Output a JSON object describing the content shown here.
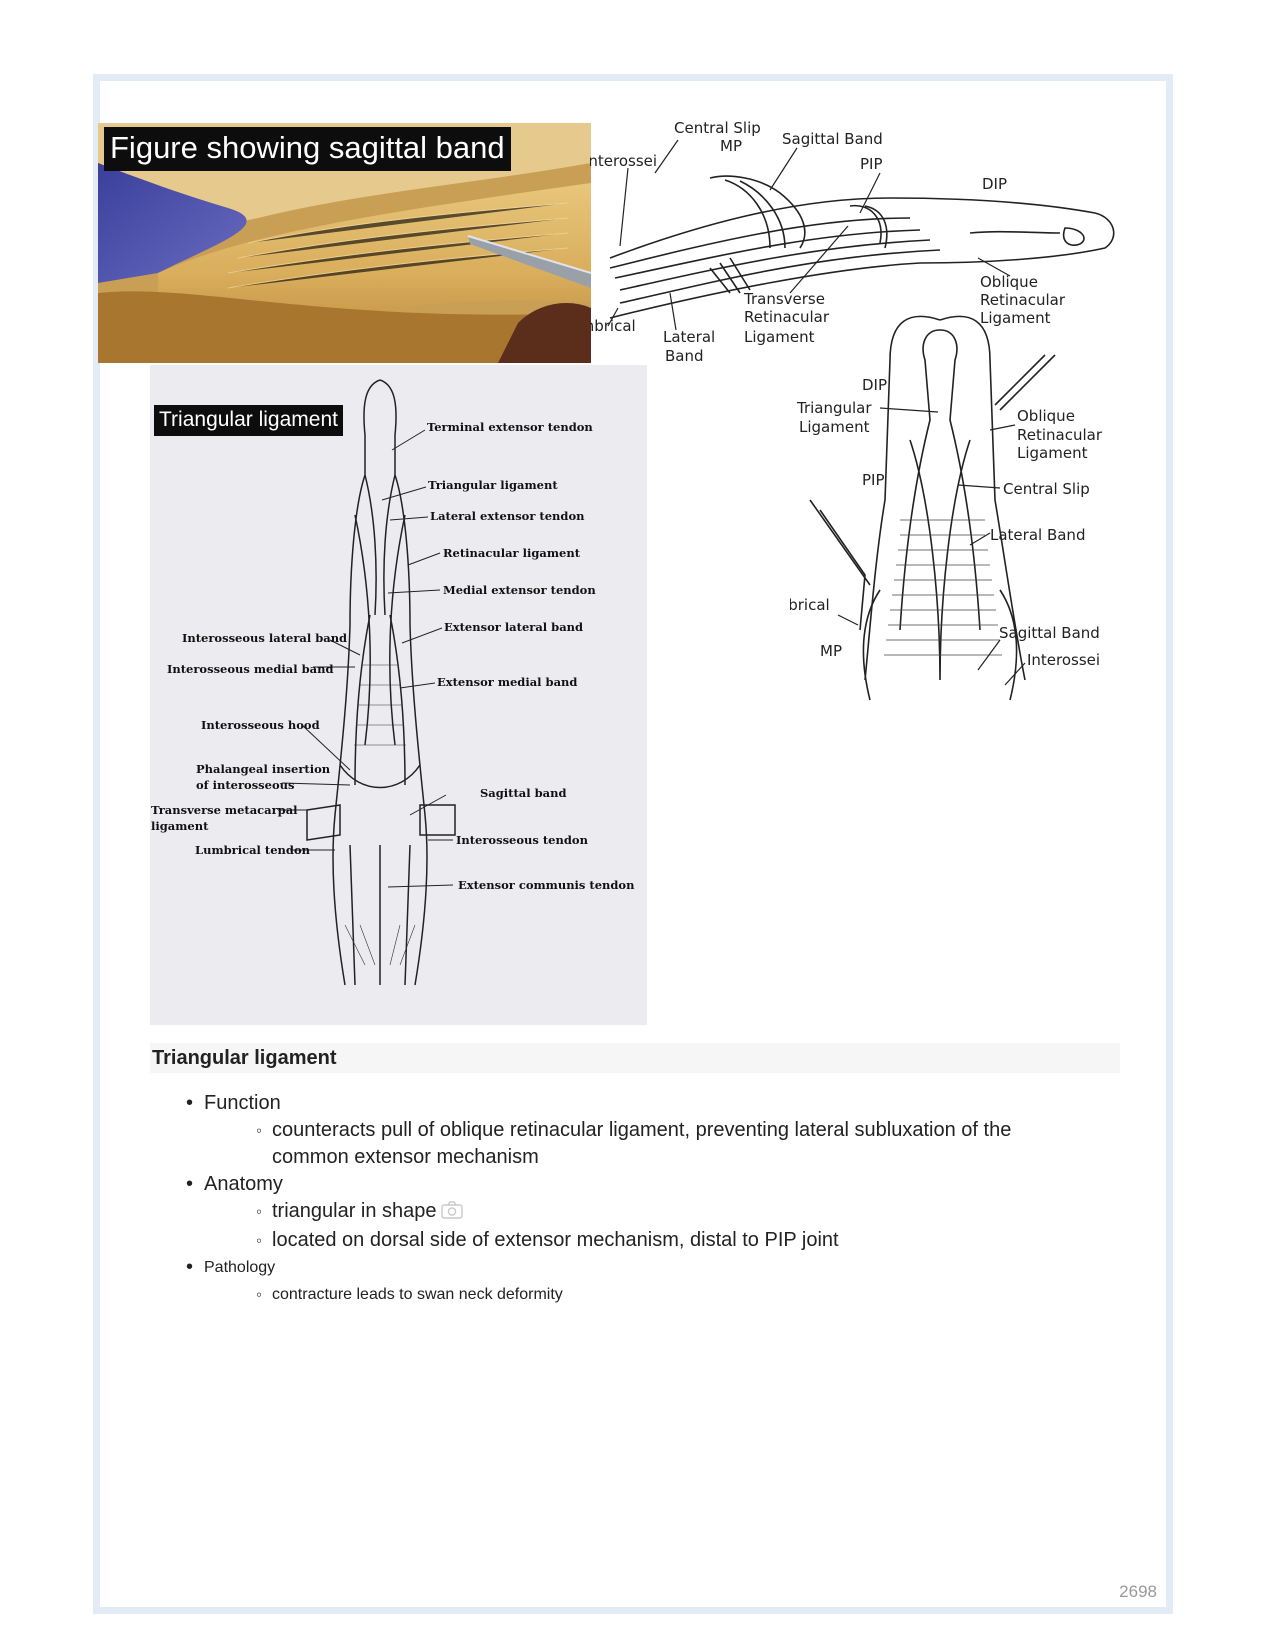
{
  "figures": {
    "photo_label": "Figure showing sagittal band",
    "side_view_labels": {
      "central_slip": "Central Slip",
      "mp": "MP",
      "sagittal_band": "Sagittal Band",
      "interossei": "Interossei",
      "pip": "PIP",
      "dip": "DIP",
      "oblique_1": "Oblique",
      "oblique_2": "Retinacular",
      "oblique_3": "Ligament",
      "transverse_1": "Transverse",
      "transverse_2": "Retinacular",
      "transverse_3": "Ligament",
      "lumbrical": "Lumbrical",
      "lateral_1": "Lateral",
      "lateral_2": "Band"
    },
    "dorsal_view_labels": {
      "dip": "DIP",
      "triangular_1": "Triangular",
      "triangular_2": "Ligament",
      "oblique_1": "Oblique",
      "oblique_2": "Retinacular",
      "oblique_3": "Ligament",
      "pip": "PIP",
      "central_slip": "Central Slip",
      "lateral_band": "Lateral Band",
      "lumbrical": "Lumbrical",
      "mp": "MP",
      "sagittal_band": "Sagittal Band",
      "interossei": "Interossei"
    },
    "triangular_label": "Triangular ligament",
    "triangular_diagram_labels": {
      "terminal": "Terminal extensor tendon",
      "triangular": "Triangular ligament",
      "lateral_ext": "Lateral extensor tendon",
      "retinacular": "Retinacular ligament",
      "medial_ext": "Medial extensor tendon",
      "ext_lateral_band": "Extensor lateral band",
      "ext_medial_band": "Extensor medial band",
      "int_lateral": "Interosseous lateral band",
      "int_medial": "Interosseous medial band",
      "int_hood": "Interosseous hood",
      "phal_1": "Phalangeal insertion",
      "phal_2": "of interosseous",
      "trans_1": "Transverse metacarpal",
      "trans_2": "ligament",
      "lumbrical": "Lumbrical tendon",
      "sagittal": "Sagittal band",
      "int_tendon": "Interosseous tendon",
      "ext_communis": "Extensor communis tendon"
    }
  },
  "section": {
    "title": "Triangular ligament",
    "items": [
      {
        "label": "Function",
        "sub": [
          "counteracts pull of oblique retinacular ligament, preventing lateral subluxation of the common extensor mechanism"
        ]
      },
      {
        "label": "Anatomy",
        "sub": [
          "triangular in shape",
          "located on dorsal side of extensor mechanism, distal to PIP joint"
        ]
      },
      {
        "label": "Pathology",
        "sub": [
          "contracture leads to swan neck deformity"
        ]
      }
    ]
  },
  "icons": {
    "camera": "camera-icon"
  },
  "page_number": "2698"
}
